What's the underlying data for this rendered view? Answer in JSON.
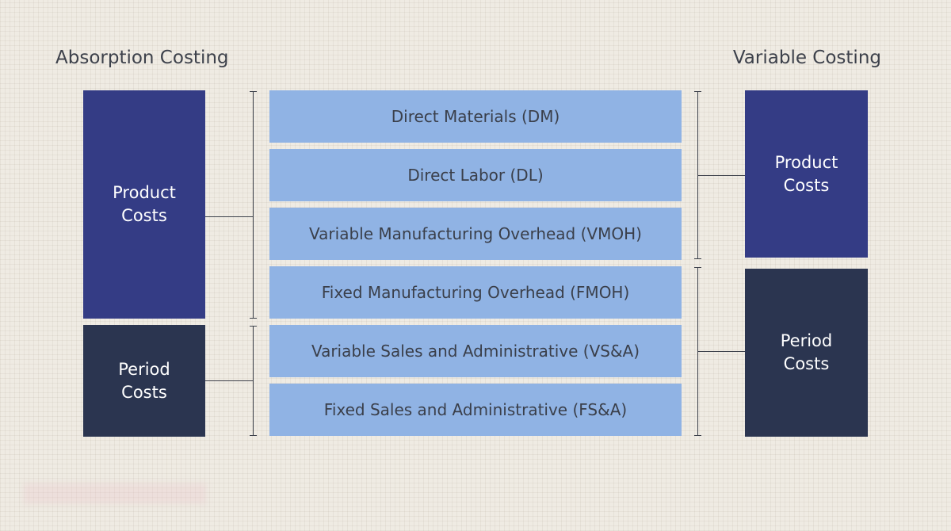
{
  "left": {
    "heading": "Absorption Costing",
    "product_label": "Product Costs",
    "period_label": "Period Costs"
  },
  "right": {
    "heading": "Variable Costing",
    "product_label": "Product Costs",
    "period_label": "Period Costs"
  },
  "cost_items": [
    "Direct Materials (DM)",
    "Direct Labor (DL)",
    "Variable Manufacturing Overhead (VMOH)",
    "Fixed Manufacturing Overhead (FMOH)",
    "Variable Sales and Administrative (VS&A)",
    "Fixed Sales and Administrative (FS&A)"
  ],
  "colors": {
    "product_box": "#343c85",
    "period_box": "#2b3550",
    "cost_row": "#90b3e4",
    "background": "#efebe3"
  }
}
